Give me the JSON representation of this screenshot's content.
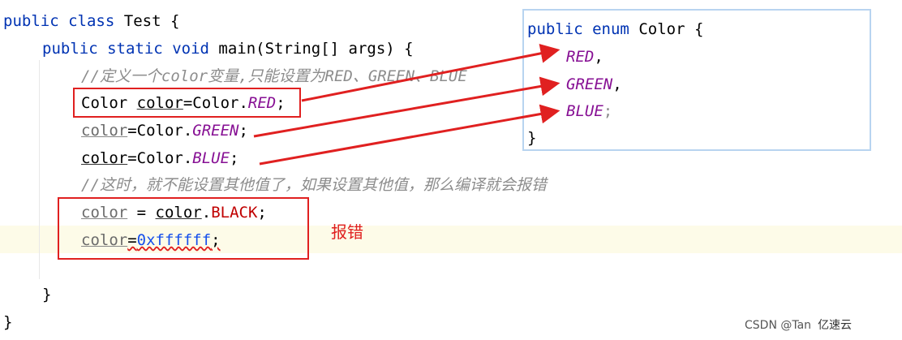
{
  "code": {
    "class_line": {
      "kw1": "public",
      "kw2": "class",
      "name": "Test {"
    },
    "main_line": {
      "kw1": "public",
      "kw2": "static",
      "kw3": "void",
      "rest": "main(String[] args) {"
    },
    "comment1": "//定义一个color变量,只能设置为RED、GREEN、BLUE",
    "decl_line": {
      "type": "Color ",
      "var": "color",
      "eq": "=Color.",
      "const": "RED",
      "semi": ";"
    },
    "assign_green": {
      "var": "color",
      "eq": "=Color.",
      "const": "GREEN",
      "semi": ";"
    },
    "assign_blue": {
      "var": "color",
      "eq": "=Color.",
      "const": "BLUE",
      "semi": ";"
    },
    "comment2": "//这时，就不能设置其他值了，如果设置其他值，那么编译就会报错",
    "error_line1": {
      "var": "color",
      "mid": " = ",
      "var2": "color",
      "dot": ".",
      "id": "BLACK",
      "semi": ";"
    },
    "error_line2": {
      "var": "color",
      "eq": "=",
      "hex": "0xffffff",
      "semi": ";"
    },
    "close_method": "}",
    "close_class": "}"
  },
  "enum_panel": {
    "header": {
      "kw1": "public",
      "kw2": "enum",
      "name": "Color {"
    },
    "values": [
      "RED",
      "GREEN",
      "BLUE"
    ],
    "separators": [
      ",",
      ",",
      ";"
    ],
    "close": "}"
  },
  "error_label": "报错",
  "footer": {
    "csdn": "CSDN @Tan",
    "brand": "亿速云"
  },
  "colors": {
    "annotation_red": "#e02020",
    "keyword": "#0033b3",
    "constant": "#871094",
    "comment": "#8c8c8c"
  }
}
